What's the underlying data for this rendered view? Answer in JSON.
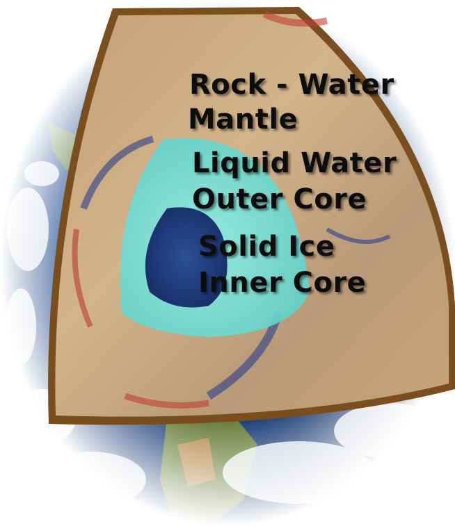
{
  "diagram": {
    "layers": [
      {
        "id": "mantle",
        "line1": "Rock - Water",
        "line2": "Mantle"
      },
      {
        "id": "outer-core",
        "line1": "Liquid Water",
        "line2": "Outer Core"
      },
      {
        "id": "inner-core",
        "line1": "Solid Ice",
        "line2": "Inner Core"
      }
    ]
  },
  "colors": {
    "background": "#ffffff",
    "ocean": "#1c3f78",
    "land": "#5e7a3a",
    "desert": "#c49a55",
    "clouds": "#f2f4f7",
    "crust_rim": "#7a4e1e",
    "mantle": "#c9a77f",
    "outer_core": "#6fe0d8",
    "inner_core": "#1f3a7a",
    "text": "#111111"
  }
}
